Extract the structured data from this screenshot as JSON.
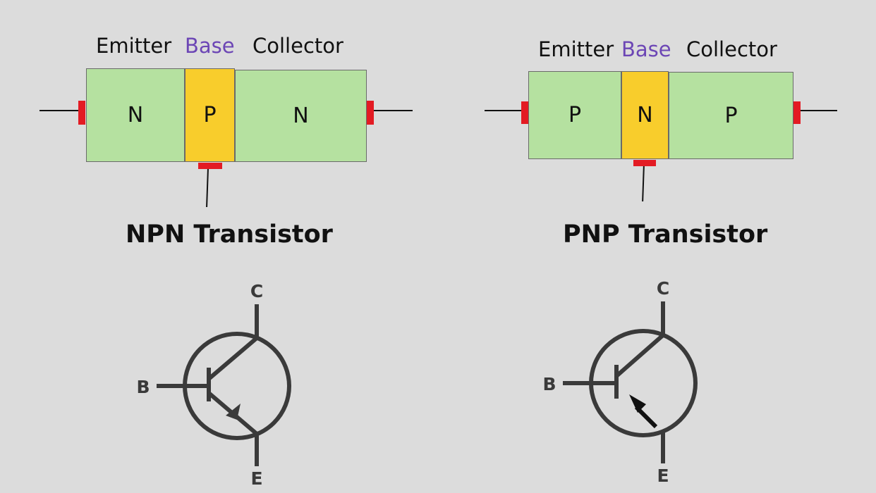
{
  "npn": {
    "labels": {
      "emitter": "Emitter",
      "base": "Base",
      "collector": "Collector"
    },
    "regions": {
      "emitter": "N",
      "base": "P",
      "collector": "N"
    },
    "title": "NPN Transistor",
    "symbol": {
      "collector": "C",
      "base": "B",
      "emitter": "E"
    }
  },
  "pnp": {
    "labels": {
      "emitter": "Emitter",
      "base": "Base",
      "collector": "Collector"
    },
    "regions": {
      "emitter": "P",
      "base": "N",
      "collector": "P"
    },
    "title": "PNP Transistor",
    "symbol": {
      "collector": "C",
      "base": "B",
      "emitter": "E"
    }
  },
  "colors": {
    "background": "#dcdcdc",
    "region_green": "#b5e1a0",
    "region_yellow": "#f8cd2c",
    "terminal_pad": "#e31b23",
    "base_label": "#6c46b5",
    "symbol_stroke": "#3a3a3a"
  }
}
